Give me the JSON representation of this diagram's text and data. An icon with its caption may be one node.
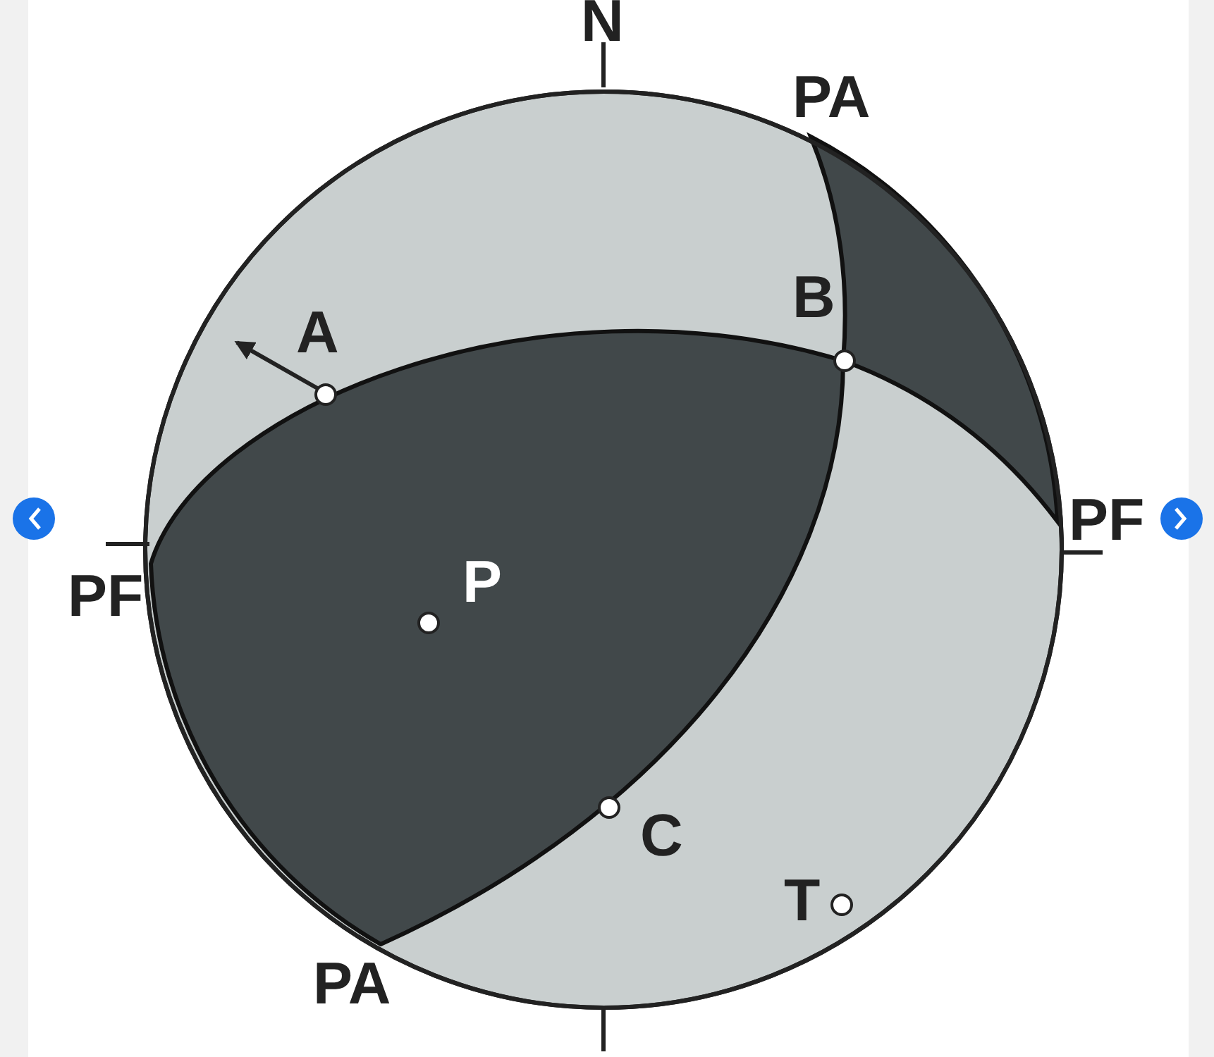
{
  "diagram": {
    "nodes": [
      {
        "text": [],
        "shape": "circle",
        "beside": [
          "A"
        ]
      },
      {
        "text": [],
        "shape": "circle",
        "beside": [
          "B"
        ]
      },
      {
        "text": [],
        "shape": "circle",
        "beside": [
          "P"
        ]
      },
      {
        "text": [],
        "shape": "circle",
        "beside": [
          "C"
        ]
      },
      {
        "text": [],
        "shape": "circle",
        "beside": [
          "T"
        ]
      }
    ],
    "labels": [
      "N",
      "PA",
      "PF",
      "PF",
      "PA"
    ]
  }
}
